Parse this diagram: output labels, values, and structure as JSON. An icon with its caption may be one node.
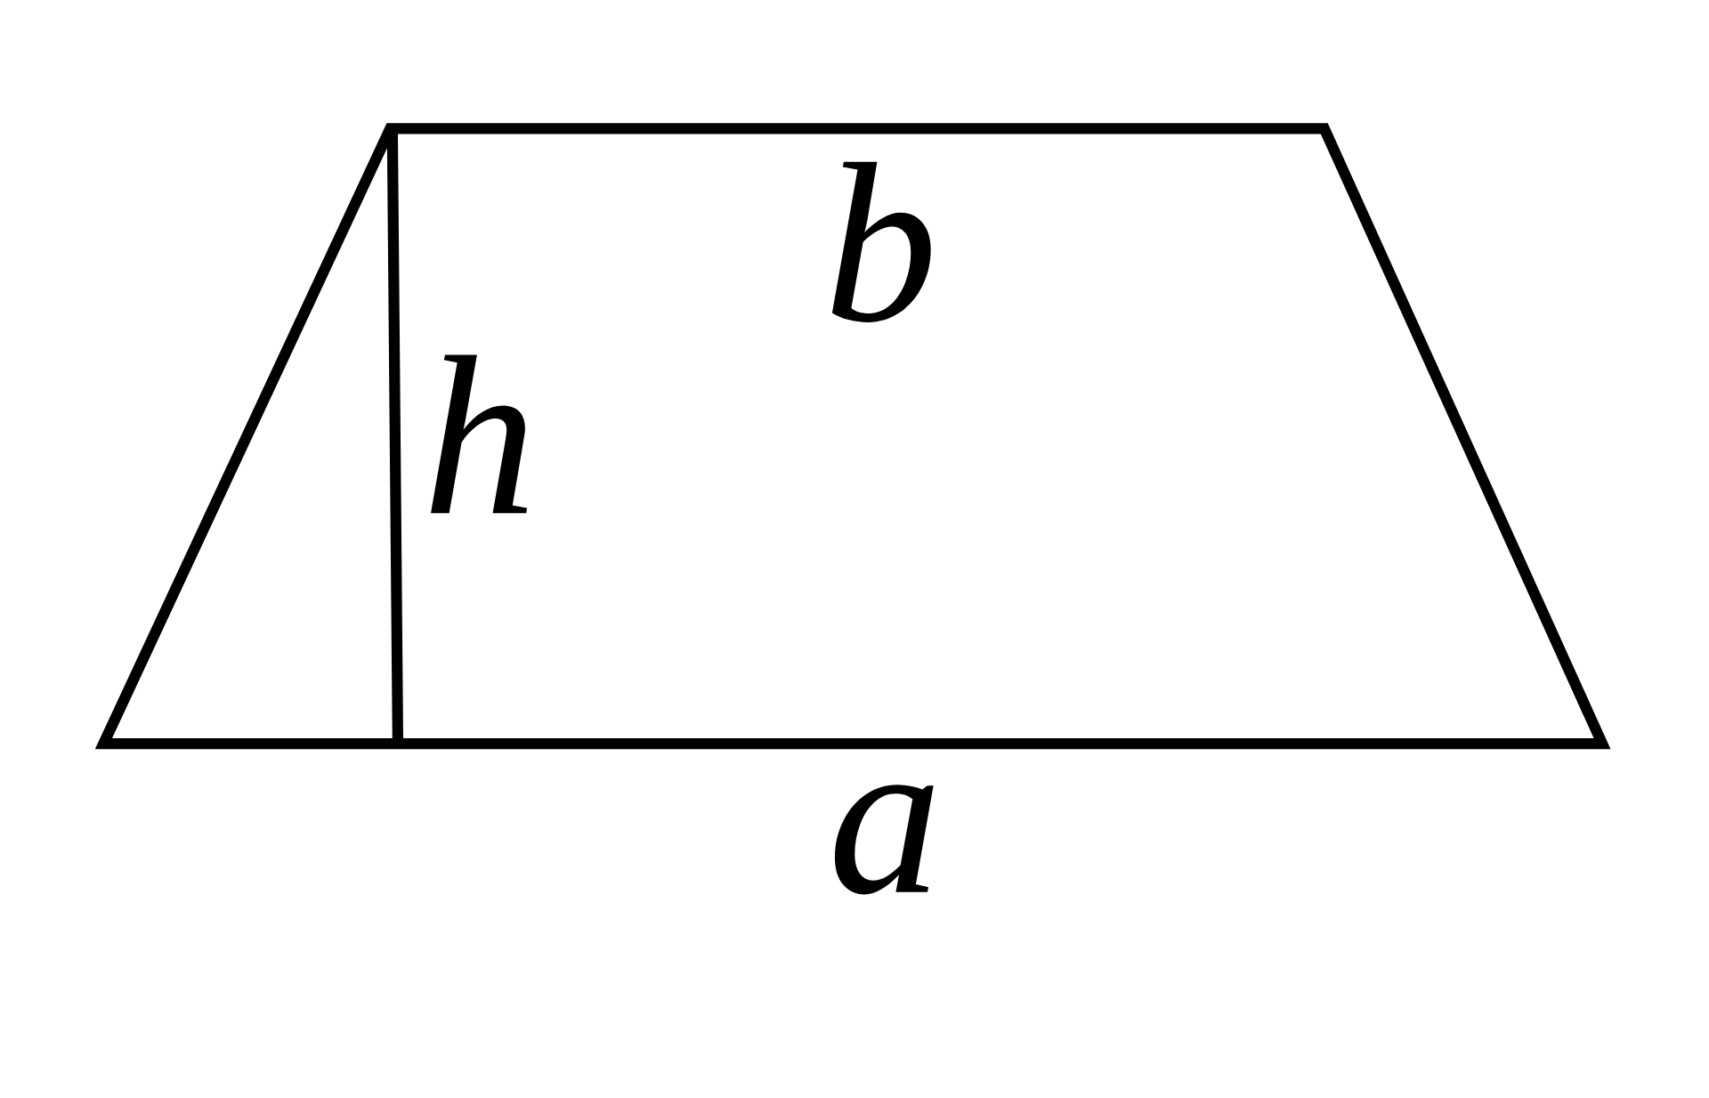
{
  "diagram": {
    "labels": [
      "b",
      "h",
      "a"
    ]
  }
}
